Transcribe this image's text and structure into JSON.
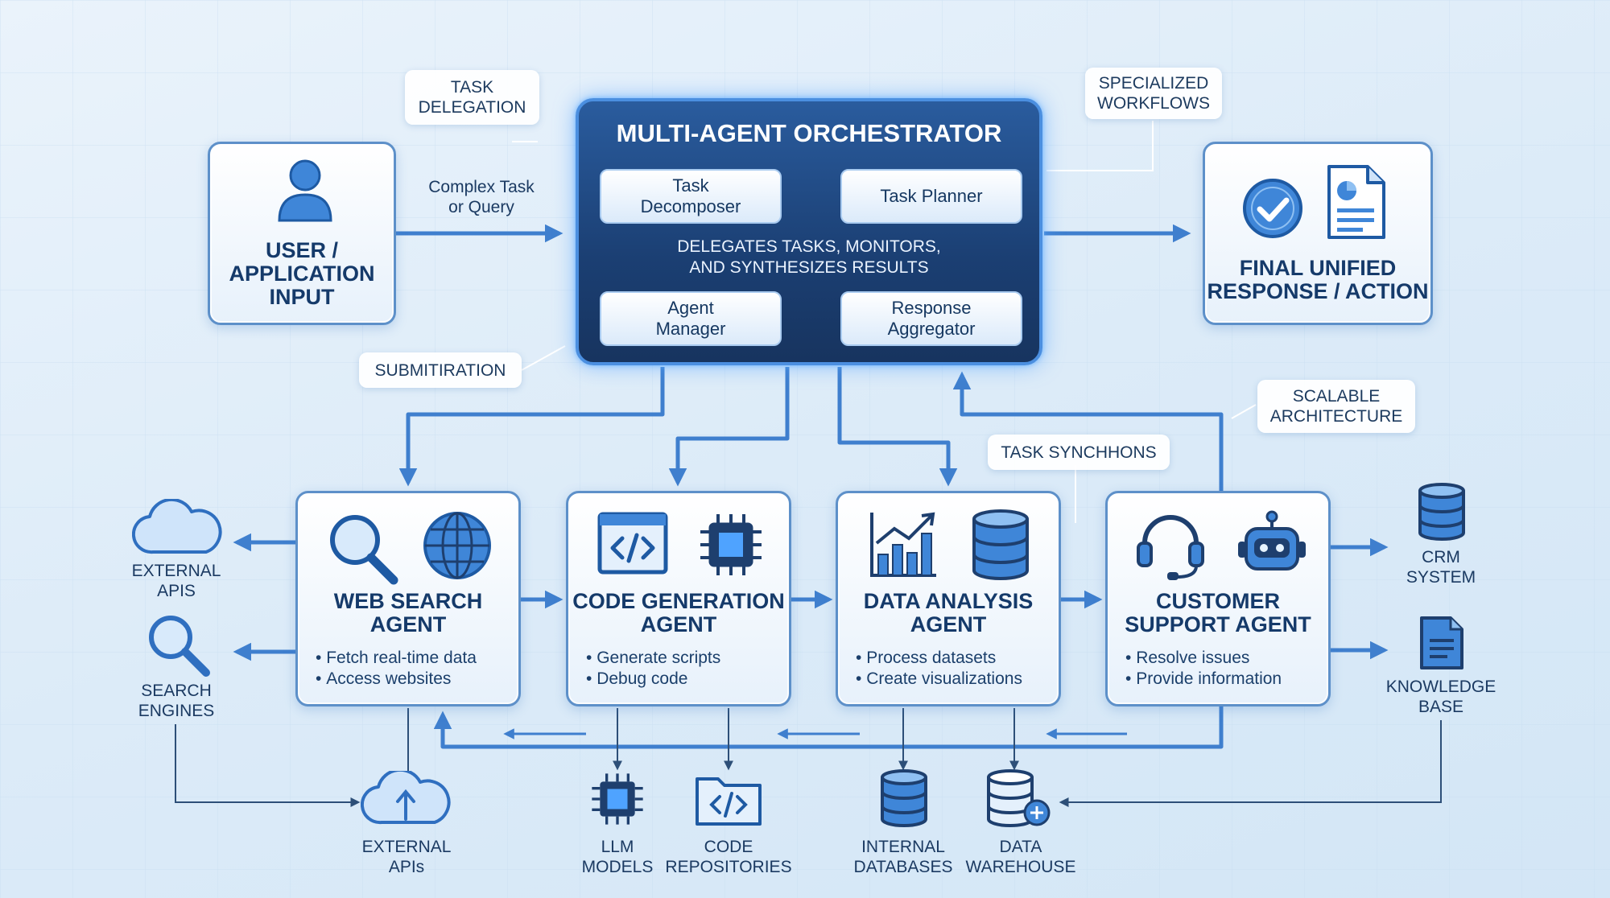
{
  "orchestrator": {
    "title": "MULTI-AGENT ORCHESTRATOR",
    "description": "DELEGATES TASKS, MONITORS,\nAND SYNTHESIZES RESULTS",
    "modules": {
      "task_decomposer": "Task\nDecomposer",
      "task_planner": "Task Planner",
      "agent_manager": "Agent\nManager",
      "response_aggregator": "Response\nAggregator"
    }
  },
  "input": {
    "title": "USER /\nAPPLICATION\nINPUT",
    "arrow_label": "Complex Task\nor Query"
  },
  "output": {
    "title": "FINAL UNIFIED\nRESPONSE / ACTION"
  },
  "callouts": {
    "task_delegation": "TASK\nDELEGATION",
    "specialized_workflows": "SPECIALIZED\nWORKFLOWS",
    "submitiration": "SUBMITIRATION",
    "scalable_architecture": "SCALABLE\nARCHITECTURE",
    "task_synchhons": "TASK SYNCHHONS"
  },
  "agents": [
    {
      "title": "WEB SEARCH\nAGENT",
      "bullets": [
        "Fetch real-time data",
        "Access websites"
      ]
    },
    {
      "title": "CODE GENERATION\nAGENT",
      "bullets": [
        "Generate scripts",
        "Debug code"
      ]
    },
    {
      "title": "DATA ANALYSIS\nAGENT",
      "bullets": [
        "Process datasets",
        "Create visualizations"
      ]
    },
    {
      "title": "CUSTOMER\nSUPPORT AGENT",
      "bullets": [
        "Resolve issues",
        "Provide information"
      ]
    }
  ],
  "resources": {
    "external_apis_top": "EXTERNAL\nAPIS",
    "search_engines": "SEARCH\nENGINES",
    "crm_system": "CRM\nSYSTEM",
    "knowledge_base": "KNOWLEDGE\nBASE",
    "external_apis_bottom": "EXTERNAL\nAPIs",
    "llm_models": "LLM\nMODELS",
    "code_repositories": "CODE\nREPOSITORIES",
    "internal_databases": "INTERNAL\nDATABASES",
    "data_warehouse": "DATA\nWAREHOUSE"
  },
  "icons": {
    "input": "user-icon",
    "output": [
      "check-circle-icon",
      "document-chart-icon"
    ],
    "web_search": [
      "magnifier-icon",
      "globe-icon"
    ],
    "code_generation": [
      "code-window-icon",
      "chip-icon"
    ],
    "data_analysis": [
      "bar-chart-icon",
      "database-icon"
    ],
    "customer_support": [
      "headset-icon",
      "robot-icon"
    ],
    "resources": [
      "cloud-icon",
      "search-icon",
      "database-icon",
      "document-icon",
      "cloud-upload-icon",
      "chip-icon",
      "code-folder-icon",
      "database-icon",
      "data-warehouse-icon"
    ]
  },
  "colors": {
    "accent": "#4b8fe0",
    "arrow": "#3f7fce",
    "orchestrator_fill": "#1b3f73",
    "box_border": "#5d90c9",
    "text_dark": "#153a6a",
    "background": "#dcebf8"
  }
}
